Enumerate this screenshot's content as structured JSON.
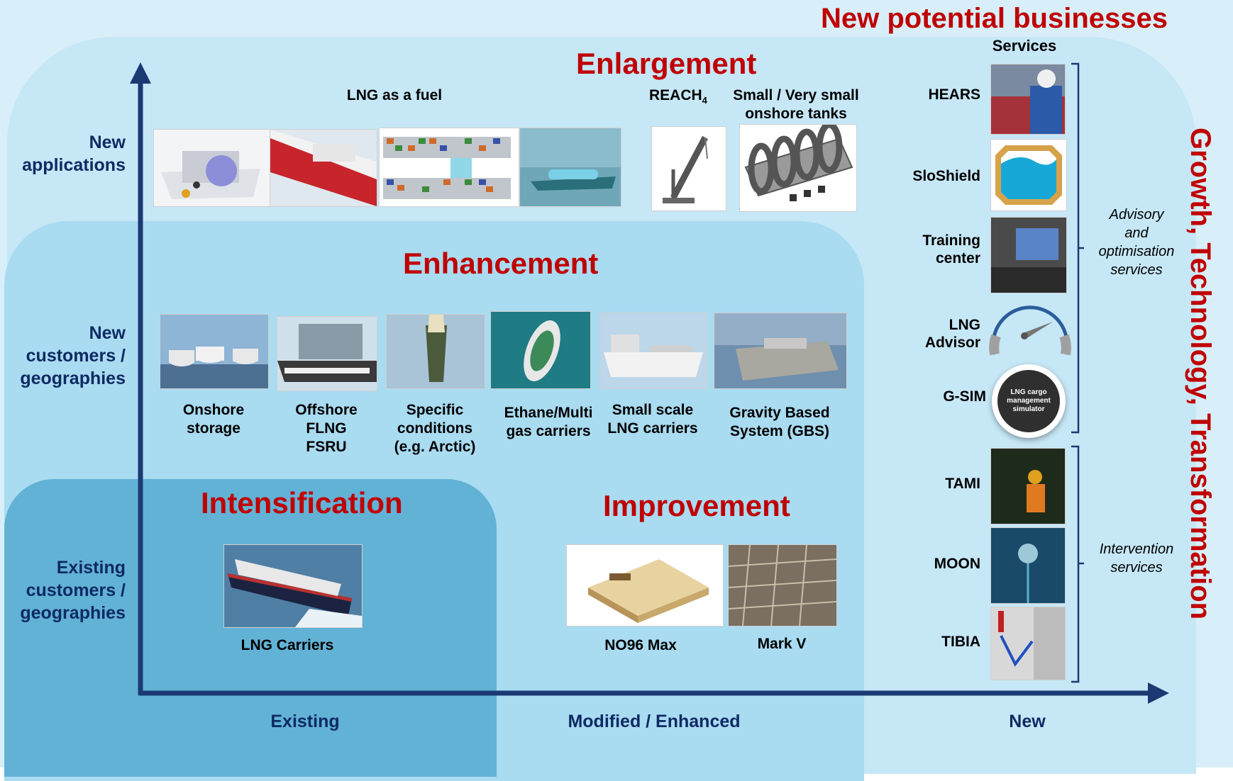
{
  "header": {
    "title": "New potential businesses"
  },
  "side_title": "Growth, Technology, Transformation",
  "quadrants": {
    "enlargement": "Enlargement",
    "enhancement": "Enhancement",
    "intensification": "Intensification",
    "improvement": "Improvement"
  },
  "y_axis": {
    "new_applications": [
      "New",
      "applications"
    ],
    "new_customers": [
      "New",
      "customers /",
      "geographies"
    ],
    "existing_customers": [
      "Existing",
      "customers /",
      "geographies"
    ]
  },
  "x_axis": {
    "existing": "Existing",
    "modified": "Modified / Enhanced",
    "new": "New"
  },
  "enlargement_items": {
    "lng_fuel": "LNG as a fuel",
    "reach": "REACH",
    "reach_sub": "4",
    "tanks": [
      "Small / Very small",
      "onshore tanks"
    ]
  },
  "enhancement_items": [
    {
      "label": [
        "Onshore",
        "storage"
      ]
    },
    {
      "label": [
        "Offshore",
        "FLNG",
        "FSRU"
      ]
    },
    {
      "label": [
        "Specific",
        "conditions",
        "(e.g. Arctic)"
      ]
    },
    {
      "label": [
        "Ethane/Multi",
        "gas carriers"
      ]
    },
    {
      "label": [
        "Small scale",
        "LNG carriers"
      ]
    },
    {
      "label": [
        "Gravity Based",
        "System (GBS)"
      ]
    }
  ],
  "intensification_items": {
    "lng_carriers": "LNG Carriers"
  },
  "improvement_items": {
    "no96": "NO96 Max",
    "markv": "Mark V"
  },
  "services": {
    "header": "Services",
    "items": [
      {
        "name": [
          "HEARS"
        ]
      },
      {
        "name": [
          "SloShield"
        ]
      },
      {
        "name": [
          "Training",
          "center"
        ]
      },
      {
        "name": [
          "LNG",
          "Advisor"
        ]
      },
      {
        "name": [
          "G-SIM"
        ]
      },
      {
        "name": [
          "TAMI"
        ]
      },
      {
        "name": [
          "MOON"
        ]
      },
      {
        "name": [
          "TIBIA"
        ]
      }
    ],
    "gsim_badge": [
      "LNG cargo",
      "management",
      "simulator"
    ],
    "advisory": [
      "Advisory",
      "and",
      "optimisation",
      "services"
    ],
    "intervention": [
      "Intervention",
      "services"
    ]
  },
  "colors": {
    "title_red": "#c00000",
    "axis_navy": "#1b3a73",
    "zone_outer": "#d8eff9",
    "zone_mid": "#c6e7f6",
    "zone_enhancement": "#a9dbf1",
    "zone_intensification": "#62b2d6"
  }
}
